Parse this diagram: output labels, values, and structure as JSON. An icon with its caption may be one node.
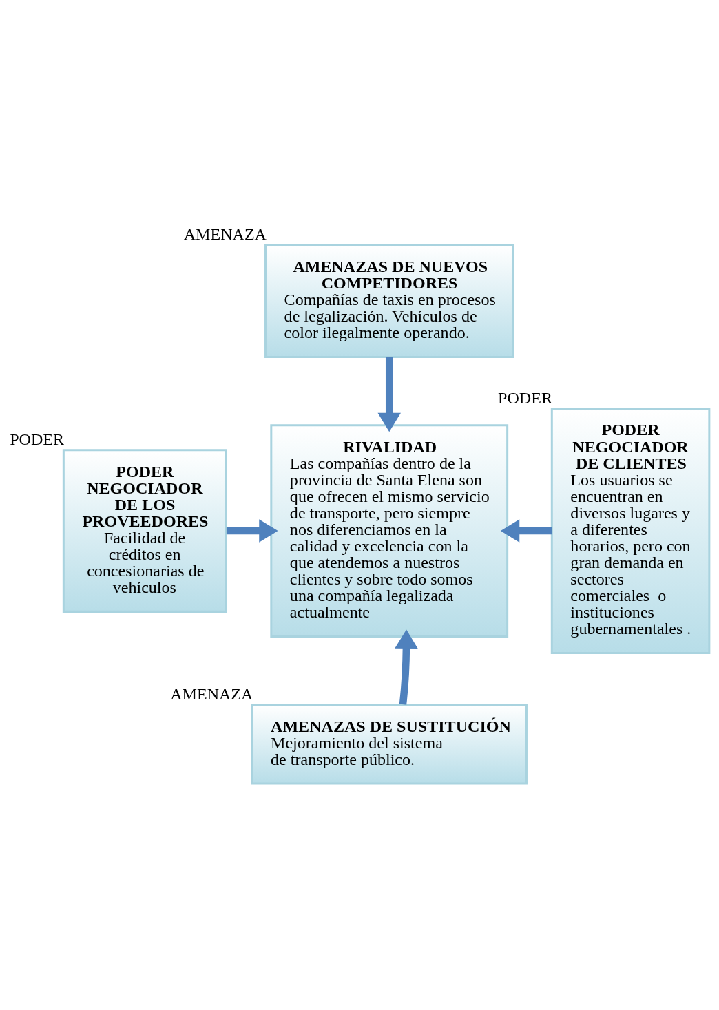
{
  "diagram": {
    "nodes": [
      {
        "text": [
          "AMENAZAS DE NUEVOS COMPETIDORES",
          "Compañías de taxis en procesos de legalización. Vehículos de color ilegalmente operando."
        ],
        "beside": [
          "AMENAZA"
        ]
      },
      {
        "text": [
          "PODER NEGOCIADOR DE LOS PROVEEDORES",
          "Facilidad de créditos en concesionarias de vehículos"
        ],
        "beside": [
          "PODER"
        ]
      },
      {
        "text": [
          "RIVALIDAD",
          "Las compañías dentro de la provincia de Santa Elena son que ofrecen el mismo servicio de transporte, pero siempre nos diferenciamos en la calidad y excelencia con la que atendemos a nuestros clientes y sobre todo somos una compañía legalizada actualmente"
        ]
      },
      {
        "text": [
          "PODER NEGOCIADOR DE CLIENTES",
          "Los usuarios se encuentran en diversos lugares y a diferentes horarios, pero con gran demanda en sectores comerciales  o instituciones gubernamentales ."
        ],
        "beside": [
          "PODER"
        ]
      },
      {
        "text": [
          "AMENAZAS DE SUSTITUCIÓN",
          "Mejoramiento del sistema de transporte público."
        ],
        "beside": [
          "AMENAZA"
        ]
      }
    ],
    "edges": [
      {
        "from": 0,
        "to": 2,
        "arrow": "to"
      },
      {
        "from": 1,
        "to": 2,
        "arrow": "to"
      },
      {
        "from": 3,
        "to": 2,
        "arrow": "to"
      },
      {
        "from": 4,
        "to": 2,
        "arrow": "to"
      }
    ]
  }
}
